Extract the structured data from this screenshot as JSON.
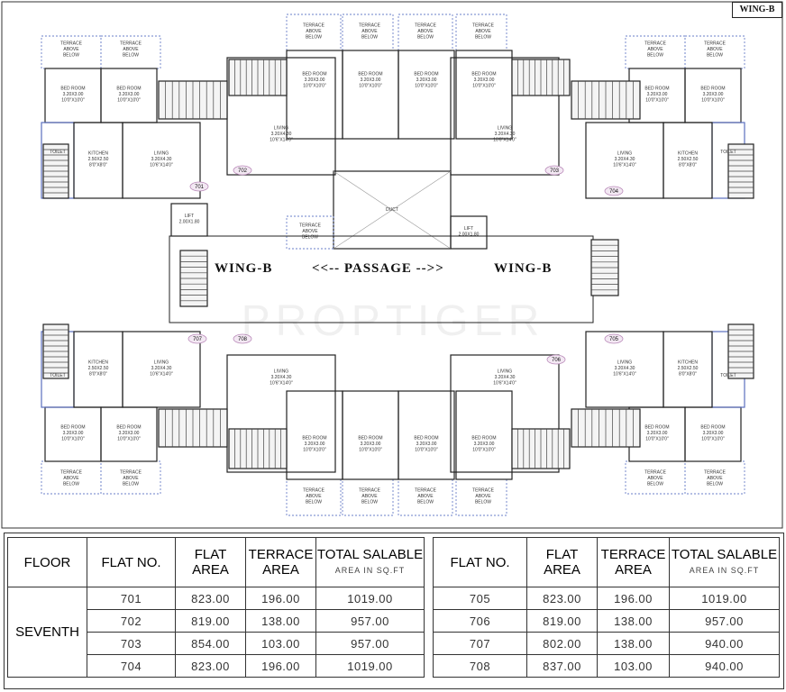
{
  "wing_tag": "WING-B",
  "plan": {
    "wing_left": "WING-B",
    "wing_right": "WING-B",
    "passage": "<<-- PASSAGE -->>",
    "watermark": "PROPTIGER",
    "room_labels": {
      "terrace": [
        "TERRACE",
        "ABOVE",
        "BELOW"
      ],
      "bedroom": [
        "BED ROOM",
        "3.20X3.00",
        "10'0\"X10'0\""
      ],
      "living": [
        "LIVING",
        "3.20X4.30",
        "10'6\"X14'0\""
      ],
      "kitchen": [
        "KITCHEN",
        "2.50X2.50",
        "8'0\"X8'0\""
      ],
      "toilet": "TOILET",
      "lift": [
        "LIFT",
        "2.00X1.80"
      ],
      "duct": "DUCT"
    },
    "flat_tags": [
      "701",
      "702",
      "703",
      "704",
      "705",
      "706",
      "707",
      "708"
    ]
  },
  "table_left": {
    "headers": {
      "floor": "FLOOR",
      "flat_no": "FLAT NO.",
      "flat_area": "FLAT AREA",
      "terrace_area": "TERRACE AREA",
      "total_salable": "TOTAL SALABLE",
      "unit": "AREA IN SQ.FT"
    },
    "floor": "SEVENTH",
    "rows": [
      {
        "flat": "701",
        "area": "823.00",
        "terrace": "196.00",
        "total": "1019.00"
      },
      {
        "flat": "702",
        "area": "819.00",
        "terrace": "138.00",
        "total": "957.00"
      },
      {
        "flat": "703",
        "area": "854.00",
        "terrace": "103.00",
        "total": "957.00"
      },
      {
        "flat": "704",
        "area": "823.00",
        "terrace": "196.00",
        "total": "1019.00"
      }
    ]
  },
  "table_right": {
    "headers": {
      "flat_no": "FLAT NO.",
      "flat_area": "FLAT AREA",
      "terrace_area": "TERRACE AREA",
      "total_salable": "TOTAL SALABLE",
      "unit": "AREA IN SQ.FT"
    },
    "rows": [
      {
        "flat": "705",
        "area": "823.00",
        "terrace": "196.00",
        "total": "1019.00"
      },
      {
        "flat": "706",
        "area": "819.00",
        "terrace": "138.00",
        "total": "957.00"
      },
      {
        "flat": "707",
        "area": "802.00",
        "terrace": "138.00",
        "total": "940.00"
      },
      {
        "flat": "708",
        "area": "837.00",
        "terrace": "103.00",
        "total": "940.00"
      }
    ]
  }
}
